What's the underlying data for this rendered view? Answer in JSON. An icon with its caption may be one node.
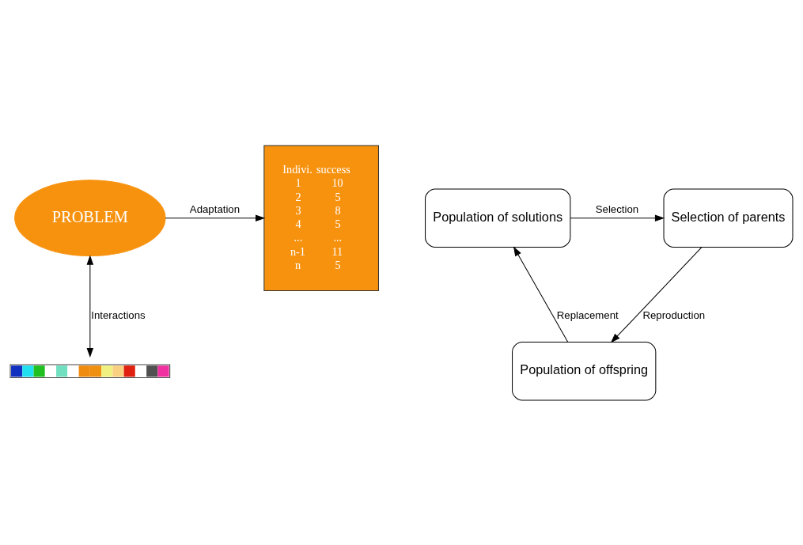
{
  "diagram": {
    "nodes": [
      {
        "text": [
          "PROBLEM"
        ]
      },
      {
        "text": [
          "Indivi.",
          "success",
          "1",
          "10",
          "2",
          "5",
          "3",
          "8",
          "4",
          "5",
          "...",
          "...",
          "n-1",
          "11",
          "n",
          "5"
        ]
      },
      {
        "text": [],
        "shape": "bar"
      },
      {
        "text": [
          "Selection of parents"
        ]
      },
      {
        "text": [
          "Population of solutions"
        ]
      },
      {
        "text": [
          "Population of offspring"
        ]
      }
    ],
    "edges": [
      {
        "from": 0,
        "to": 1,
        "arrow": "to",
        "label": "Adaptation"
      },
      {
        "from": 0,
        "to": 2,
        "arrow": "both",
        "label": "Interactions"
      },
      {
        "from": 4,
        "to": 3,
        "arrow": "to",
        "label": "Selection"
      },
      {
        "from": 3,
        "to": 5,
        "arrow": "to",
        "label": "Reproduction"
      },
      {
        "from": 5,
        "to": 4,
        "arrow": "to",
        "label": "Replacement"
      }
    ]
  }
}
